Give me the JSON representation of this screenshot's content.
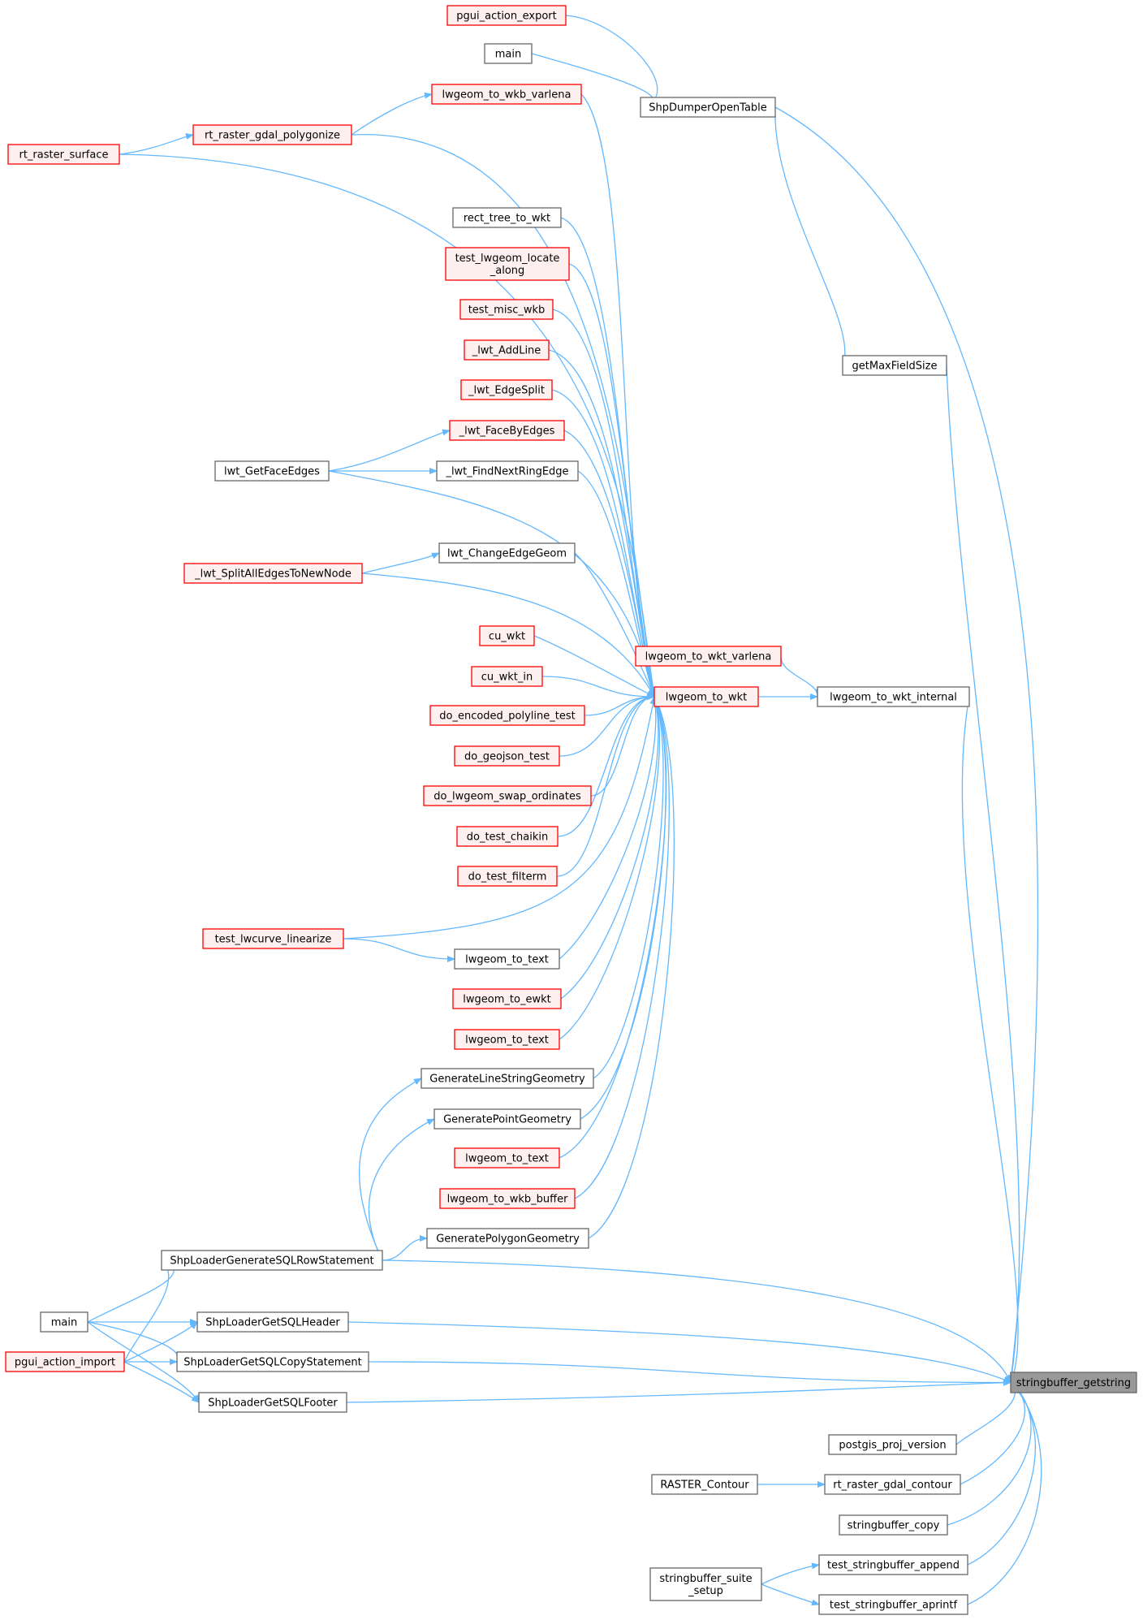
{
  "graph_title": "",
  "colors": {
    "edge": "#63b8ff",
    "focus_fill": "#999999",
    "focus_stroke": "#666666",
    "normal_fill": "#ffffff",
    "normal_stroke": "#666666",
    "truncated_fill": "#fff0f0",
    "truncated_stroke": "#ff0000"
  },
  "nodes": [
    {
      "id": "stringbuffer_getstring",
      "label": "stringbuffer_getstring",
      "style": "focus"
    },
    {
      "id": "pgui_action_export",
      "label": "pgui_action_export",
      "style": "truncated"
    },
    {
      "id": "main_top",
      "label": "main",
      "style": "normal"
    },
    {
      "id": "lwgeom_to_wkb_varlena",
      "label": "lwgeom_to_wkb_varlena",
      "style": "truncated"
    },
    {
      "id": "ShpDumperOpenTable",
      "label": "ShpDumperOpenTable",
      "style": "normal"
    },
    {
      "id": "rt_raster_gdal_polygonize",
      "label": "rt_raster_gdal_polygonize",
      "style": "truncated"
    },
    {
      "id": "rt_raster_surface",
      "label": "rt_raster_surface",
      "style": "truncated"
    },
    {
      "id": "rect_tree_to_wkt",
      "label": "rect_tree_to_wkt",
      "style": "normal"
    },
    {
      "id": "test_lwgeom_locate_along",
      "label": [
        "test_lwgeom_locate",
        "_along"
      ],
      "style": "truncated"
    },
    {
      "id": "test_misc_wkb",
      "label": "test_misc_wkb",
      "style": "truncated"
    },
    {
      "id": "_lwt_AddLine",
      "label": "_lwt_AddLine",
      "style": "truncated"
    },
    {
      "id": "_lwt_EdgeSplit",
      "label": "_lwt_EdgeSplit",
      "style": "truncated"
    },
    {
      "id": "_lwt_FaceByEdges",
      "label": "_lwt_FaceByEdges",
      "style": "truncated"
    },
    {
      "id": "lwt_GetFaceEdges",
      "label": "lwt_GetFaceEdges",
      "style": "normal"
    },
    {
      "id": "_lwt_FindNextRingEdge",
      "label": "_lwt_FindNextRingEdge",
      "style": "normal"
    },
    {
      "id": "lwt_ChangeEdgeGeom",
      "label": "lwt_ChangeEdgeGeom",
      "style": "normal"
    },
    {
      "id": "_lwt_SplitAllEdgesToNewNode",
      "label": "_lwt_SplitAllEdgesToNewNode",
      "style": "truncated"
    },
    {
      "id": "getMaxFieldSize",
      "label": "getMaxFieldSize",
      "style": "normal"
    },
    {
      "id": "lwgeom_to_wkt_varlena",
      "label": "lwgeom_to_wkt_varlena",
      "style": "truncated"
    },
    {
      "id": "cu_wkt",
      "label": "cu_wkt",
      "style": "truncated"
    },
    {
      "id": "lwgeom_to_wkt",
      "label": "lwgeom_to_wkt",
      "style": "truncated"
    },
    {
      "id": "lwgeom_to_wkt_internal",
      "label": "lwgeom_to_wkt_internal",
      "style": "normal"
    },
    {
      "id": "cu_wkt_in",
      "label": "cu_wkt_in",
      "style": "truncated"
    },
    {
      "id": "do_encoded_polyline_test",
      "label": "do_encoded_polyline_test",
      "style": "truncated"
    },
    {
      "id": "do_geojson_test",
      "label": "do_geojson_test",
      "style": "truncated"
    },
    {
      "id": "do_lwgeom_swap_ordinates",
      "label": "do_lwgeom_swap_ordinates",
      "style": "truncated"
    },
    {
      "id": "do_test_chaikin",
      "label": "do_test_chaikin",
      "style": "truncated"
    },
    {
      "id": "do_test_filterm",
      "label": "do_test_filterm",
      "style": "truncated"
    },
    {
      "id": "test_lwcurve_linearize",
      "label": "test_lwcurve_linearize",
      "style": "truncated"
    },
    {
      "id": "lwgeom_to_text_1",
      "label": "lwgeom_to_text",
      "style": "normal"
    },
    {
      "id": "lwgeom_to_ewkt",
      "label": "lwgeom_to_ewkt",
      "style": "truncated"
    },
    {
      "id": "lwgeom_to_text_2",
      "label": "lwgeom_to_text",
      "style": "truncated"
    },
    {
      "id": "GenerateLineStringGeometry",
      "label": "GenerateLineStringGeometry",
      "style": "normal"
    },
    {
      "id": "GeneratePointGeometry",
      "label": "GeneratePointGeometry",
      "style": "normal"
    },
    {
      "id": "lwgeom_to_text_3",
      "label": "lwgeom_to_text",
      "style": "truncated"
    },
    {
      "id": "lwgeom_to_wkb_buffer",
      "label": "lwgeom_to_wkb_buffer",
      "style": "truncated"
    },
    {
      "id": "GeneratePolygonGeometry",
      "label": "GeneratePolygonGeometry",
      "style": "normal"
    },
    {
      "id": "ShpLoaderGenerateSQLRowStatement",
      "label": "ShpLoaderGenerateSQLRowStatement",
      "style": "normal"
    },
    {
      "id": "main_bottom",
      "label": "main",
      "style": "normal"
    },
    {
      "id": "ShpLoaderGetSQLHeader",
      "label": "ShpLoaderGetSQLHeader",
      "style": "normal"
    },
    {
      "id": "pgui_action_import",
      "label": "pgui_action_import",
      "style": "truncated"
    },
    {
      "id": "ShpLoaderGetSQLCopyStatement",
      "label": "ShpLoaderGetSQLCopyStatement",
      "style": "normal"
    },
    {
      "id": "ShpLoaderGetSQLFooter",
      "label": "ShpLoaderGetSQLFooter",
      "style": "normal"
    },
    {
      "id": "postgis_proj_version",
      "label": "postgis_proj_version",
      "style": "normal"
    },
    {
      "id": "RASTER_Contour",
      "label": "RASTER_Contour",
      "style": "normal"
    },
    {
      "id": "rt_raster_gdal_contour",
      "label": "rt_raster_gdal_contour",
      "style": "normal"
    },
    {
      "id": "stringbuffer_copy",
      "label": "stringbuffer_copy",
      "style": "normal"
    },
    {
      "id": "test_stringbuffer_append",
      "label": "test_stringbuffer_append",
      "style": "normal"
    },
    {
      "id": "stringbuffer_suite_setup",
      "label": [
        "stringbuffer_suite",
        "_setup"
      ],
      "style": "normal"
    },
    {
      "id": "test_stringbuffer_aprintf",
      "label": "test_stringbuffer_aprintf",
      "style": "normal"
    }
  ],
  "edges": [
    {
      "from": "pgui_action_export",
      "to": "ShpDumperOpenTable"
    },
    {
      "from": "main_top",
      "to": "ShpDumperOpenTable"
    },
    {
      "from": "ShpDumperOpenTable",
      "to": "stringbuffer_getstring"
    },
    {
      "from": "ShpDumperOpenTable",
      "to": "getMaxFieldSize"
    },
    {
      "from": "getMaxFieldSize",
      "to": "stringbuffer_getstring"
    },
    {
      "from": "rt_raster_surface",
      "to": "rt_raster_gdal_polygonize"
    },
    {
      "from": "rt_raster_gdal_polygonize",
      "to": "lwgeom_to_wkb_varlena"
    },
    {
      "from": "lwgeom_to_wkb_varlena",
      "to": "lwgeom_to_wkt"
    },
    {
      "from": "rt_raster_gdal_polygonize",
      "to": "lwgeom_to_wkt"
    },
    {
      "from": "rt_raster_surface",
      "to": "lwgeom_to_wkt"
    },
    {
      "from": "rect_tree_to_wkt",
      "to": "lwgeom_to_wkt"
    },
    {
      "from": "test_lwgeom_locate_along",
      "to": "lwgeom_to_wkt"
    },
    {
      "from": "test_misc_wkb",
      "to": "lwgeom_to_wkt"
    },
    {
      "from": "_lwt_AddLine",
      "to": "lwgeom_to_wkt"
    },
    {
      "from": "_lwt_EdgeSplit",
      "to": "lwgeom_to_wkt"
    },
    {
      "from": "_lwt_FaceByEdges",
      "to": "lwgeom_to_wkt"
    },
    {
      "from": "lwt_GetFaceEdges",
      "to": "_lwt_FaceByEdges"
    },
    {
      "from": "lwt_GetFaceEdges",
      "to": "_lwt_FindNextRingEdge"
    },
    {
      "from": "lwt_GetFaceEdges",
      "to": "lwgeom_to_wkt"
    },
    {
      "from": "_lwt_FindNextRingEdge",
      "to": "lwgeom_to_wkt"
    },
    {
      "from": "_lwt_SplitAllEdgesToNewNode",
      "to": "lwt_ChangeEdgeGeom"
    },
    {
      "from": "_lwt_SplitAllEdgesToNewNode",
      "to": "lwgeom_to_wkt"
    },
    {
      "from": "lwt_ChangeEdgeGeom",
      "to": "lwgeom_to_wkt"
    },
    {
      "from": "cu_wkt",
      "to": "lwgeom_to_wkt"
    },
    {
      "from": "cu_wkt_in",
      "to": "lwgeom_to_wkt"
    },
    {
      "from": "do_encoded_polyline_test",
      "to": "lwgeom_to_wkt"
    },
    {
      "from": "do_geojson_test",
      "to": "lwgeom_to_wkt"
    },
    {
      "from": "do_lwgeom_swap_ordinates",
      "to": "lwgeom_to_wkt"
    },
    {
      "from": "do_test_chaikin",
      "to": "lwgeom_to_wkt"
    },
    {
      "from": "do_test_filterm",
      "to": "lwgeom_to_wkt"
    },
    {
      "from": "test_lwcurve_linearize",
      "to": "lwgeom_to_wkt"
    },
    {
      "from": "test_lwcurve_linearize",
      "to": "lwgeom_to_text_1"
    },
    {
      "from": "lwgeom_to_text_1",
      "to": "lwgeom_to_wkt"
    },
    {
      "from": "lwgeom_to_ewkt",
      "to": "lwgeom_to_wkt"
    },
    {
      "from": "lwgeom_to_text_2",
      "to": "lwgeom_to_wkt"
    },
    {
      "from": "GenerateLineStringGeometry",
      "to": "lwgeom_to_wkt"
    },
    {
      "from": "GeneratePointGeometry",
      "to": "lwgeom_to_wkt"
    },
    {
      "from": "lwgeom_to_text_3",
      "to": "lwgeom_to_wkt"
    },
    {
      "from": "lwgeom_to_wkb_buffer",
      "to": "lwgeom_to_wkt"
    },
    {
      "from": "GeneratePolygonGeometry",
      "to": "lwgeom_to_wkt"
    },
    {
      "from": "ShpLoaderGenerateSQLRowStatement",
      "to": "GenerateLineStringGeometry"
    },
    {
      "from": "ShpLoaderGenerateSQLRowStatement",
      "to": "GeneratePointGeometry"
    },
    {
      "from": "ShpLoaderGenerateSQLRowStatement",
      "to": "GeneratePolygonGeometry"
    },
    {
      "from": "ShpLoaderGenerateSQLRowStatement",
      "to": "stringbuffer_getstring"
    },
    {
      "from": "lwgeom_to_wkt_varlena",
      "to": "lwgeom_to_wkt_internal"
    },
    {
      "from": "lwgeom_to_wkt",
      "to": "lwgeom_to_wkt_internal"
    },
    {
      "from": "lwgeom_to_wkt_internal",
      "to": "stringbuffer_getstring"
    },
    {
      "from": "main_bottom",
      "to": "ShpLoaderGenerateSQLRowStatement"
    },
    {
      "from": "main_bottom",
      "to": "ShpLoaderGetSQLHeader"
    },
    {
      "from": "main_bottom",
      "to": "ShpLoaderGetSQLCopyStatement"
    },
    {
      "from": "main_bottom",
      "to": "ShpLoaderGetSQLFooter"
    },
    {
      "from": "pgui_action_import",
      "to": "ShpLoaderGenerateSQLRowStatement"
    },
    {
      "from": "pgui_action_import",
      "to": "ShpLoaderGetSQLHeader"
    },
    {
      "from": "pgui_action_import",
      "to": "ShpLoaderGetSQLCopyStatement"
    },
    {
      "from": "pgui_action_import",
      "to": "ShpLoaderGetSQLFooter"
    },
    {
      "from": "ShpLoaderGetSQLHeader",
      "to": "stringbuffer_getstring"
    },
    {
      "from": "ShpLoaderGetSQLCopyStatement",
      "to": "stringbuffer_getstring"
    },
    {
      "from": "ShpLoaderGetSQLFooter",
      "to": "stringbuffer_getstring"
    },
    {
      "from": "postgis_proj_version",
      "to": "stringbuffer_getstring"
    },
    {
      "from": "RASTER_Contour",
      "to": "rt_raster_gdal_contour"
    },
    {
      "from": "rt_raster_gdal_contour",
      "to": "stringbuffer_getstring"
    },
    {
      "from": "stringbuffer_copy",
      "to": "stringbuffer_getstring"
    },
    {
      "from": "test_stringbuffer_append",
      "to": "stringbuffer_getstring"
    },
    {
      "from": "test_stringbuffer_aprintf",
      "to": "stringbuffer_getstring"
    },
    {
      "from": "stringbuffer_suite_setup",
      "to": "test_stringbuffer_append"
    },
    {
      "from": "stringbuffer_suite_setup",
      "to": "test_stringbuffer_aprintf"
    }
  ]
}
